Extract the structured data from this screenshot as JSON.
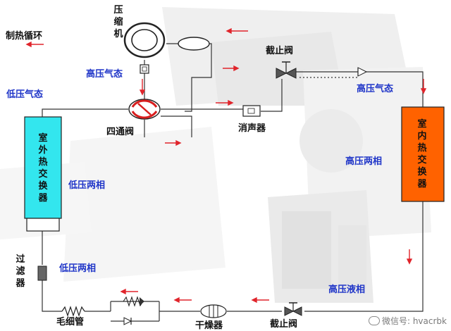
{
  "title": "制热循环",
  "colors": {
    "pipe": "#333333",
    "flow_arrow": "#e0242b",
    "blue_label": "#1f35c8",
    "outdoor_hx": "#33e6ee",
    "indoor_hx": "#ff6200",
    "valve_red": "#d81e1e"
  },
  "labels": {
    "compressor": "压缩机",
    "high_gas_left": "高压气态",
    "low_gas": "低压气态",
    "four_way_valve": "四通阀",
    "muffler": "消声器",
    "stop_valve_top": "截止阀",
    "high_gas_right": "高压气态",
    "outdoor_hx": "室外热交换器",
    "indoor_hx": "室内热交换器",
    "low_two_phase_1": "低压两相",
    "high_two_phase": "高压两相",
    "filter": "过滤器",
    "low_two_phase_2": "低压两相",
    "capillary": "毛细管",
    "dryer": "干燥器",
    "stop_valve_bottom": "截止阀",
    "high_liquid": "高压液相"
  },
  "watermark": "微信号: hvacrbk"
}
